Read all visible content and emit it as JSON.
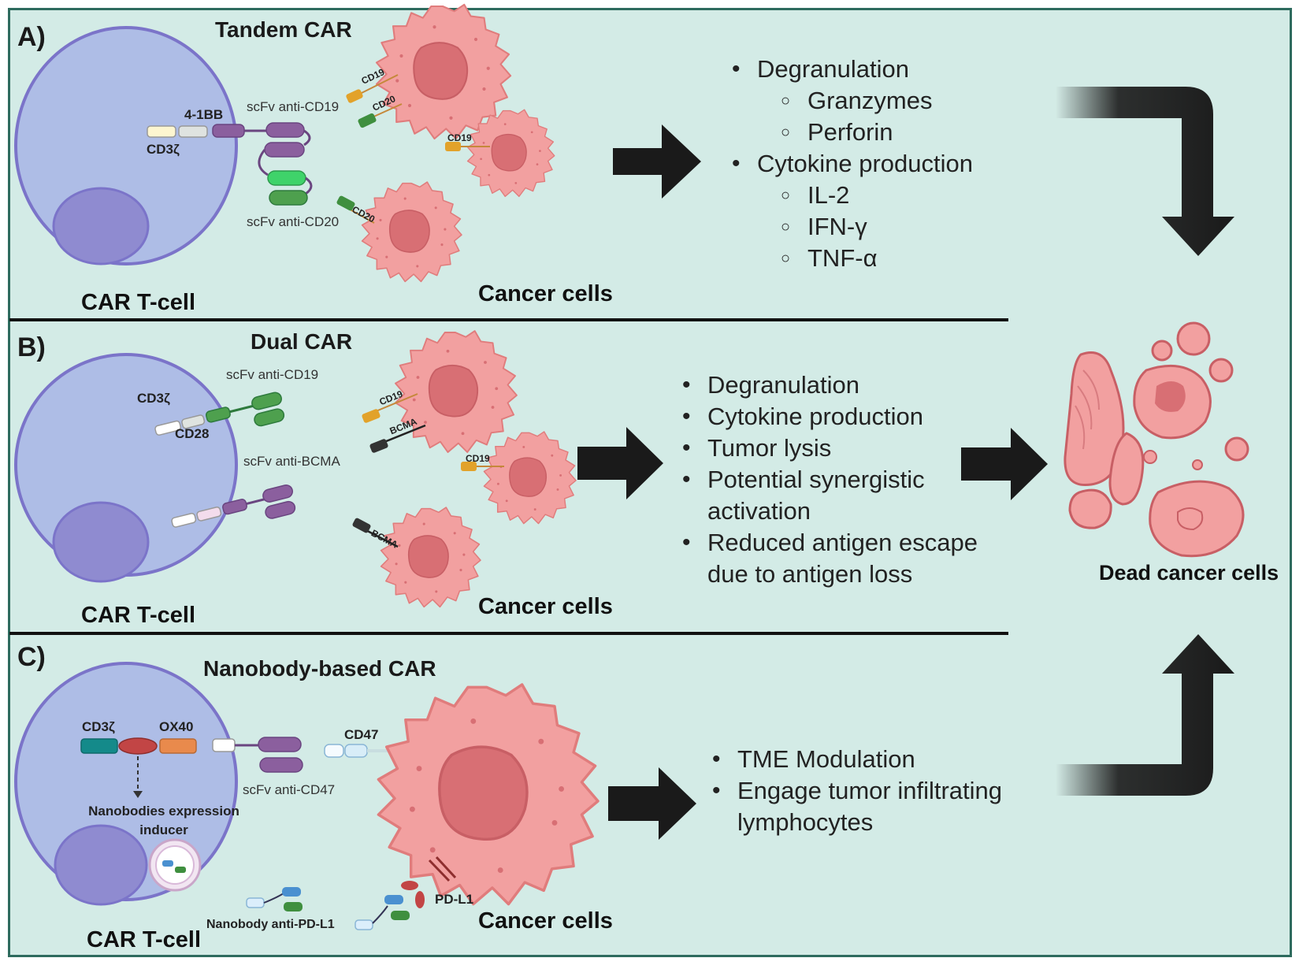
{
  "colors": {
    "background": "#d3ebe6",
    "cell": "#aebde6",
    "nucleus": "#8f8bd0",
    "cancer": "#f2a0a0",
    "arrow": "#1a1a1a"
  },
  "panel_a": {
    "letter": "A)",
    "title": "Tandem CAR",
    "cell_label": "CAR T-cell",
    "cancer_label": "Cancer cells",
    "domain_labels": {
      "costim": "4-1BB",
      "signal": "CD3ζ",
      "scfv1": "scFv anti-CD19",
      "scfv2": "scFv anti-CD20"
    },
    "antigen_labels": [
      "CD19",
      "CD20",
      "CD19",
      "CD20"
    ],
    "outcomes": [
      {
        "text": "Degranulation",
        "level": 1
      },
      {
        "text": "Granzymes",
        "level": 2
      },
      {
        "text": "Perforin",
        "level": 2
      },
      {
        "text": "Cytokine production",
        "level": 1
      },
      {
        "text": "IL-2",
        "level": 2
      },
      {
        "text": "IFN-γ",
        "level": 2
      },
      {
        "text": "TNF-α",
        "level": 2
      }
    ]
  },
  "panel_b": {
    "letter": "B)",
    "title": "Dual CAR",
    "cell_label": "CAR T-cell",
    "cancer_label": "Cancer cells",
    "domain_labels": {
      "signal": "CD3ζ",
      "costim": "CD28",
      "scfv1": "scFv anti-CD19",
      "scfv2": "scFv anti-BCMA"
    },
    "antigen_labels": [
      "CD19",
      "BCMA",
      "CD19",
      "BCMA"
    ],
    "outcomes": [
      "Degranulation",
      "Cytokine production",
      "Tumor lysis",
      "Potential synergistic activation",
      "Reduced antigen escape due to antigen loss"
    ]
  },
  "panel_c": {
    "letter": "C)",
    "title": "Nanobody-based CAR",
    "cell_label": "CAR T-cell",
    "cancer_label": "Cancer cells",
    "domain_labels": {
      "signal": "CD3ζ",
      "costim": "OX40",
      "scfv": "scFv anti-CD47",
      "inducer": "Nanobodies expression inducer",
      "nanobody": "Nanobody anti-PD-L1"
    },
    "antigen_labels": [
      "CD47",
      "PD-L1"
    ],
    "outcomes": [
      "TME Modulation",
      "Engage tumor infiltrating lymphocytes"
    ]
  },
  "result": {
    "label": "Dead cancer cells"
  }
}
